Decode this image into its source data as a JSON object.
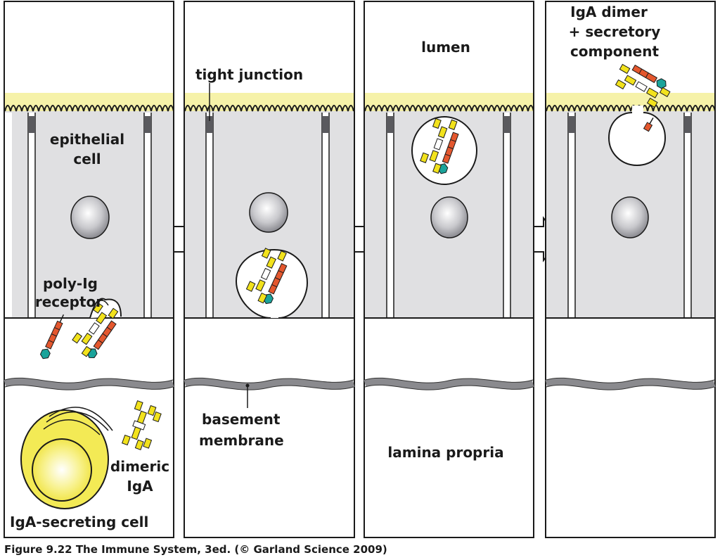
{
  "figure": {
    "caption": "Figure 9.22 The Immune System, 3ed. (© Garland Science 2009)"
  },
  "labels": {
    "epithelial_cell_line1": "epithelial",
    "epithelial_cell_line2": "cell",
    "poly_ig_line1": "poly-Ig",
    "poly_ig_line2": "receptor",
    "dimeric_line1": "dimeric",
    "dimeric_line2": "IgA",
    "iga_secreting_cell": "IgA-secreting cell",
    "tight_junction": "tight junction",
    "basement_line1": "basement",
    "basement_line2": "membrane",
    "lumen": "lumen",
    "lamina_propria": "lamina propria",
    "iga_dimer_line1": "IgA dimer",
    "iga_dimer_line2": "+ secretory",
    "iga_dimer_line3": "component"
  },
  "colors": {
    "cell_fill": "#e0e0e2",
    "glycocalyx": "#f4f09a",
    "antibody_yellow": "#f2e21c",
    "receptor_red": "#e4572e",
    "secretory_teal": "#1aa39a",
    "plasma_cell": "#f3ea55",
    "outline": "#1a1a1a"
  }
}
